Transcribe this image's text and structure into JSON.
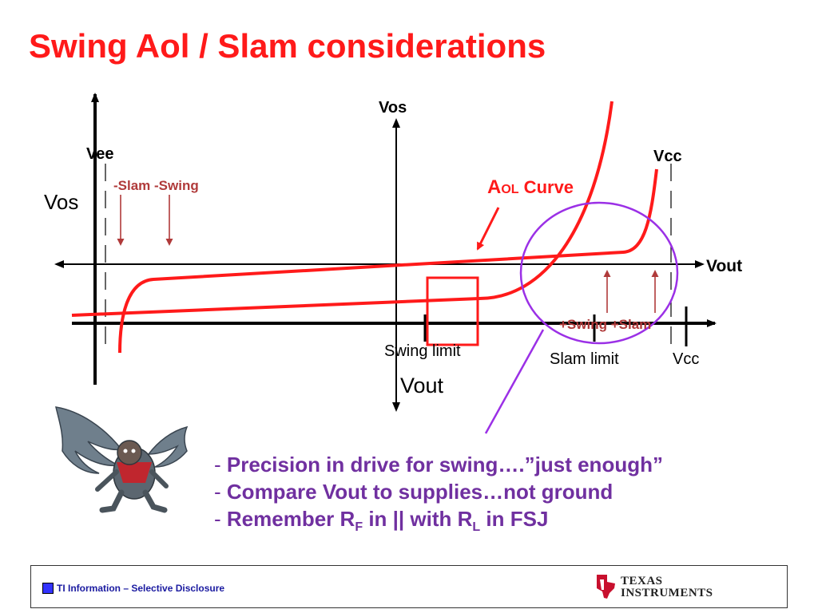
{
  "slide": {
    "title": "Swing Aol / Slam considerations"
  },
  "diagram": {
    "upper_y_axis_label": "Vos",
    "left_y_axis_label": "Vos",
    "upper_x_axis_label": "Vout",
    "lower_x_axis_label": "Vout",
    "vee_label": "Vee",
    "vcc_top_label": "Vcc",
    "vcc_bottom_label": "Vcc",
    "neg_markers_label": "-Slam -Swing",
    "pos_markers_label": "+Swing +Slam",
    "aol_label_main": "A",
    "aol_label_sub": "OL",
    "aol_label_rest": " Curve",
    "swing_limit_label": "Swing limit",
    "slam_limit_label": "Slam limit",
    "colors": {
      "curve": "#ff1a1a",
      "marker_arrow": "#b03a3a",
      "highlight_circle": "#9b30e6",
      "axis": "#000000"
    },
    "icons": [
      "flying-monkey-icon"
    ]
  },
  "bullets": [
    {
      "dash": "-",
      "text": "Precision in drive for swing….”just enough”"
    },
    {
      "dash": "-",
      "text": "Compare Vout to supplies…not ground"
    },
    {
      "dash": "-",
      "pre": "Remember R",
      "sub1": "F",
      "mid": " in || with R",
      "sub2": "L",
      "post": " in FSJ"
    }
  ],
  "footer": {
    "text": "TI Information – Selective Disclosure",
    "logo_line1": "TEXAS",
    "logo_line2": "INSTRUMENTS",
    "logo_icon": "ti-state-logo-icon"
  }
}
